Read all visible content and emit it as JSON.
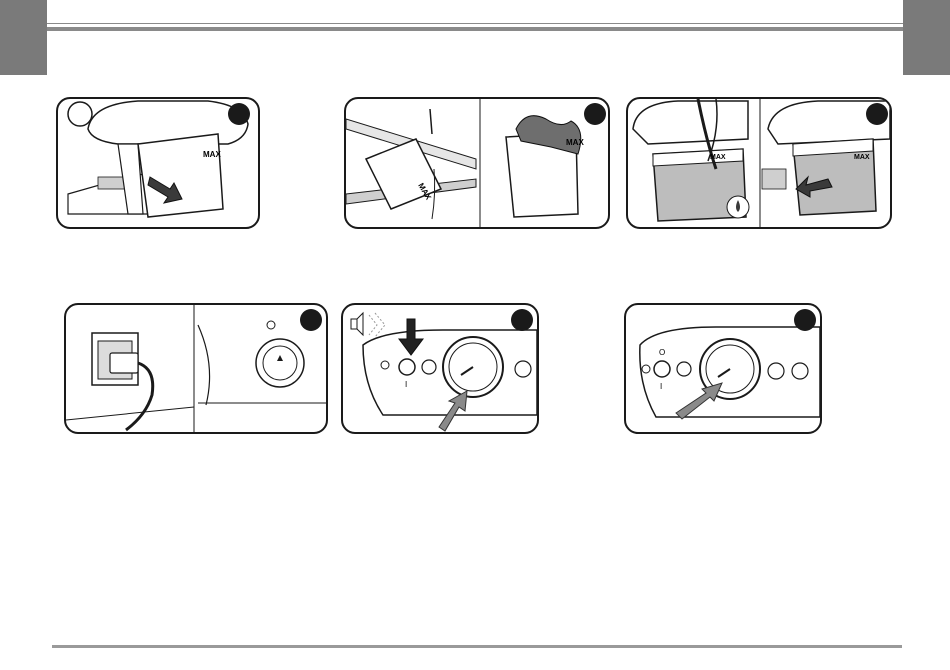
{
  "illustrations": {
    "tank_removal": {
      "tank_label": "MAX"
    },
    "tank_filling": {
      "tank_label": "MAX"
    },
    "tank_refit": {
      "tank_label": "MAX"
    },
    "power_switch_on": {
      "switch_mark": "I"
    },
    "control_panel_ready": {
      "switch_mark": "I",
      "switch_mark_off": "O"
    }
  }
}
